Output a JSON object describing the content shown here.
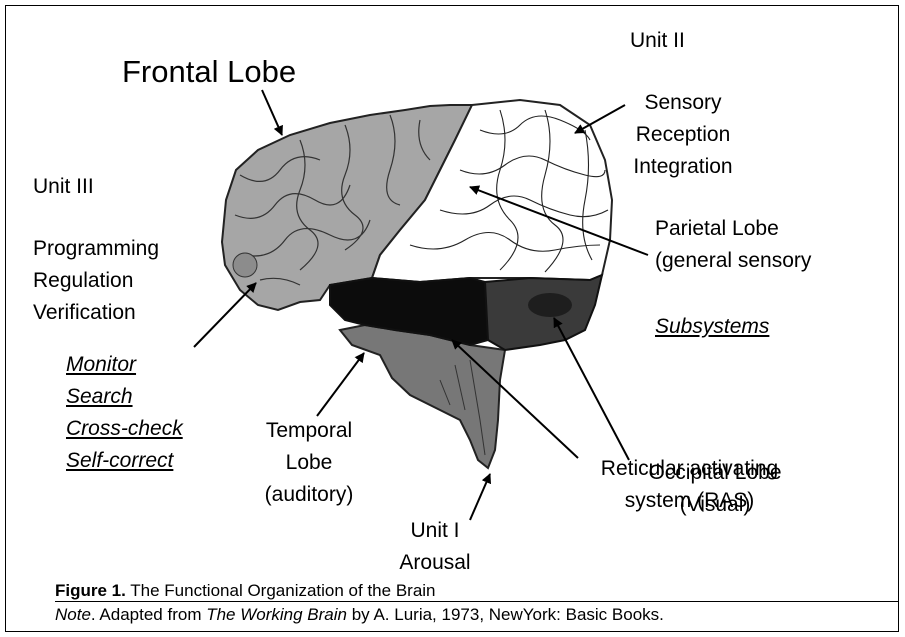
{
  "labels": {
    "frontal_lobe": "Frontal Lobe",
    "unit2": "Unit II",
    "sensory": [
      "Sensory",
      "Reception",
      "Integration"
    ],
    "unit3": "Unit III",
    "programming": [
      "Programming",
      "Regulation",
      "Verification"
    ],
    "parietal": [
      "Parietal Lobe",
      "(general sensory"
    ],
    "subsystems": "Subsystems",
    "monitor_list": [
      "Monitor",
      "Search",
      "Cross-check",
      "Self-correct"
    ],
    "temporal": [
      "Temporal",
      "Lobe",
      "(auditory)"
    ],
    "occipital": [
      "Occipital Lobe",
      "(Visual)"
    ],
    "unit1": [
      "Unit I",
      "Arousal"
    ],
    "ras": [
      "Reticular activating",
      "system (RAS)"
    ]
  },
  "caption": {
    "figure_label": "Figure 1.",
    "figure_title": " The Functional Organization of the Brain",
    "note_label": "Note",
    "note_text_1": ". Adapted from ",
    "book": "The Working Brain",
    "note_text_2": " by A. Luria, 1973, NewYork: Basic Books."
  },
  "colors": {
    "frontal": "#a6a6a6",
    "parietal": "#ffffff",
    "temporal": "#0c0c0c",
    "occipital": "#3a3a3a",
    "brainstem": "#777777"
  }
}
